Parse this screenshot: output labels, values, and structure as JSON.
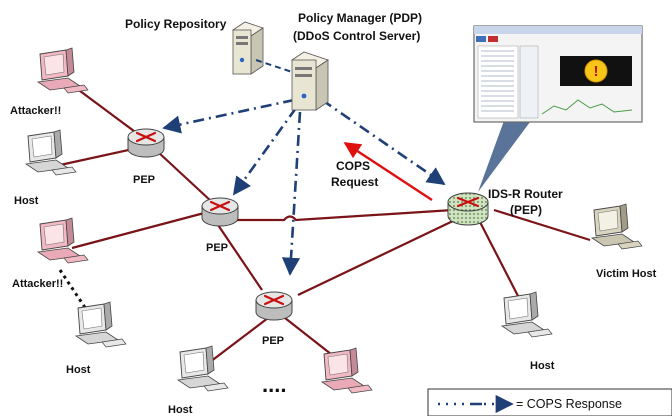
{
  "labels": {
    "policy_repository": "Policy Repository",
    "policy_manager_line1": "Policy Manager (PDP)",
    "policy_manager_line2": "(DDoS Control Server)",
    "attacker_1": "Attacker!!",
    "attacker_2": "Attacker!!",
    "host_1": "Host",
    "host_2": "Host",
    "host_3": "Host",
    "host_4": "Host",
    "pep_1": "PEP",
    "pep_2": "PEP",
    "pep_3": "PEP",
    "ids_router_line1": "IDS-R Router",
    "ids_router_line2": "(PEP)",
    "victim_host": "Victim Host",
    "cops_request_line1": "COPS",
    "cops_request_line2": "Request",
    "ellipsis": "....",
    "legend_cops_response": "= COPS Response"
  },
  "colors": {
    "link": "#7a1418",
    "cops_response": "#1f3f77",
    "cops_request": "#e01010",
    "pc_attacker": "#f2b9c4",
    "pc_host": "#e8e8e8"
  },
  "icons": {
    "server": "server-icon",
    "router": "router-icon",
    "pc": "pc-icon",
    "monitor_window": "ids-monitor-window"
  }
}
